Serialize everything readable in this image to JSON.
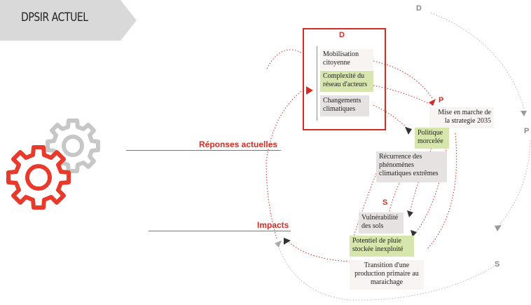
{
  "header": {
    "title": "DPSIR ACTUEL"
  },
  "labels": {
    "responses": "Réponses actuelles",
    "impacts": "Impacts"
  },
  "stages": {
    "d_main": "D",
    "p_main": "P",
    "s_main": "S",
    "d_outer": "D",
    "p_outer": "P",
    "s_outer": "S"
  },
  "drivers": [
    "Mobilisation citoyenne",
    "Complexité du réseau d'acteurs",
    "Changements climatiques"
  ],
  "pressures": [
    "Mise en marche de la strategie 2035",
    "Politique morcelée",
    "Récurrence des phénomènes climatiques extrêmes"
  ],
  "states": [
    "Vulnérabilité des sols",
    "Potentiel de pluie stockée inexploité",
    "Transition d'une production primaire au maraichage"
  ],
  "colors": {
    "accent": "#d62b22",
    "tab": "#d9d9d9",
    "green": "#d7e6ad",
    "grey_box": "#e6e2e1"
  },
  "icons": {
    "gears": "gears-icon"
  }
}
